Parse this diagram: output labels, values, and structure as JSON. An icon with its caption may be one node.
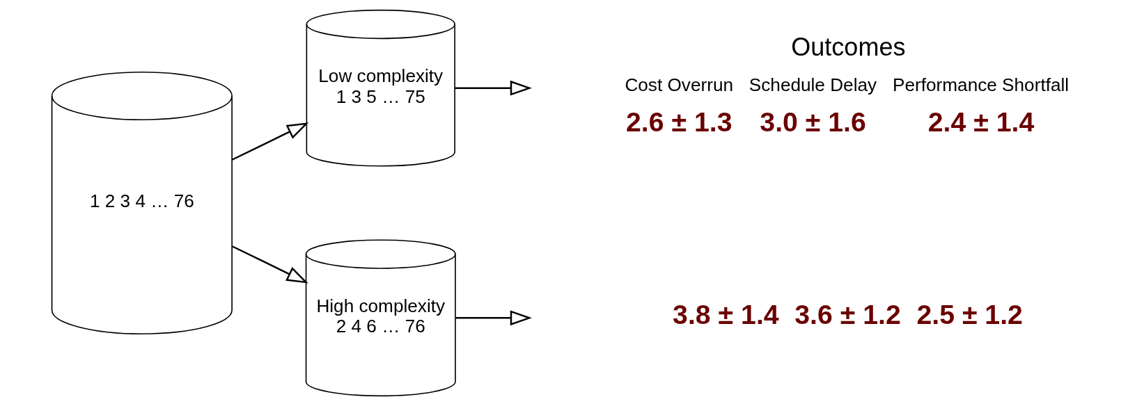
{
  "diagram": {
    "nodes": [
      {
        "text": [
          "1 2 3 4 … 76"
        ]
      },
      {
        "text": [
          "Low complexity",
          "1 3 5 … 75"
        ]
      },
      {
        "text": [
          "High complexity",
          "2 4 6 … 76"
        ]
      }
    ],
    "edges": [
      {
        "from": 0,
        "to": 1,
        "arrow": "to"
      },
      {
        "from": 0,
        "to": 2,
        "arrow": "to"
      },
      {
        "from": 1,
        "to": null,
        "arrow": "to"
      },
      {
        "from": 2,
        "to": null,
        "arrow": "to"
      }
    ],
    "labels": [
      "Outcomes",
      "Cost Overrun",
      "Schedule Delay",
      "Performance Shortfall",
      "2.6 ± 1.3",
      "3.0 ± 1.6",
      "2.4 ± 1.4",
      "3.8 ± 1.4",
      "3.6 ± 1.2",
      "2.5 ± 1.2"
    ]
  }
}
